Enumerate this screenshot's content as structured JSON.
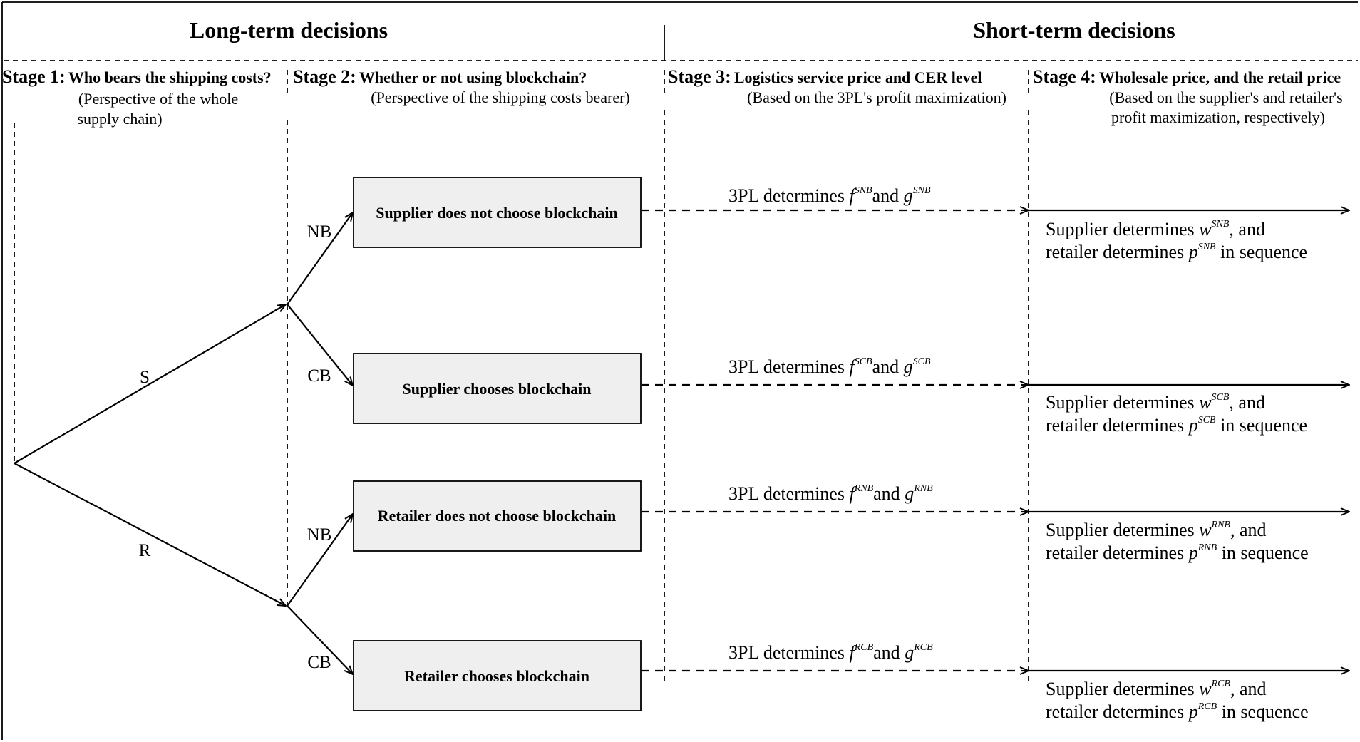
{
  "headers": {
    "long_term": "Long-term decisions",
    "short_term": "Short-term decisions"
  },
  "stages": [
    {
      "label": "Stage 1:",
      "question": "Who bears the shipping costs?",
      "note_lines": [
        "(Perspective of the whole",
        "supply chain)"
      ]
    },
    {
      "label": "Stage 2:",
      "question": "Whether or not using blockchain?",
      "note_lines": [
        "(Perspective of the shipping costs bearer)"
      ]
    },
    {
      "label": "Stage 3:",
      "question": "Logistics service price and CER level",
      "note_lines": [
        "(Based on the 3PL's profit maximization)"
      ]
    },
    {
      "label": "Stage 4:",
      "question": "Wholesale price, and the retail price",
      "note_lines": [
        "(Based on the supplier's and retailer's",
        "profit maximization, respectively)"
      ]
    }
  ],
  "stage1_branches": {
    "upper": "S",
    "lower": "R"
  },
  "scenarios": [
    {
      "branch": "NB",
      "box": "Supplier does not choose blockchain",
      "sup": "SNB",
      "stage3": {
        "prefix": "3PL determines ",
        "var1": "f",
        "joiner": "and ",
        "var2": "g"
      },
      "stage4": {
        "line1_prefix": "Supplier determines ",
        "var_w": "w",
        "line1_suffix": ", and",
        "line2_prefix": "retailer determines ",
        "var_p": "p",
        "line2_suffix": " in sequence"
      }
    },
    {
      "branch": "CB",
      "box": "Supplier  chooses blockchain",
      "sup": "SCB",
      "stage3": {
        "prefix": "3PL determines ",
        "var1": "f",
        "joiner": "and ",
        "var2": "g"
      },
      "stage4": {
        "line1_prefix": "Supplier determines ",
        "var_w": "w",
        "line1_suffix": ", and",
        "line2_prefix": "retailer determines ",
        "var_p": "p",
        "line2_suffix": " in sequence"
      }
    },
    {
      "branch": "NB",
      "box": "Retailer does not choose blockchain",
      "sup": "RNB",
      "stage3": {
        "prefix": "3PL determines ",
        "var1": "f",
        "joiner": "and ",
        "var2": "g"
      },
      "stage4": {
        "line1_prefix": "Supplier determines ",
        "var_w": "w",
        "line1_suffix": ", and",
        "line2_prefix": "retailer determines ",
        "var_p": "p",
        "line2_suffix": " in sequence"
      }
    },
    {
      "branch": "CB",
      "box": "Retailer chooses blockchain",
      "sup": "RCB",
      "stage3": {
        "prefix": "3PL determines ",
        "var1": "f",
        "joiner": "and ",
        "var2": "g"
      },
      "stage4": {
        "line1_prefix": "Supplier determines ",
        "var_w": "w",
        "line1_suffix": ", and",
        "line2_prefix": "retailer determines ",
        "var_p": "p",
        "line2_suffix": " in sequence"
      }
    }
  ]
}
